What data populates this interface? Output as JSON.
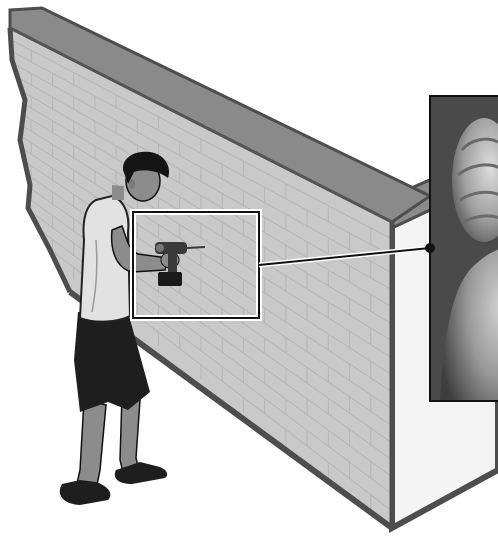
{
  "scene": {
    "colors": {
      "background": "#ffffff",
      "wall_face": "#c9c9c9",
      "wall_top": "#8a8a8a",
      "wall_edge": "#4d4d4d",
      "brick_lines": "#b5b5b5",
      "callout": "#111111",
      "inset_bg": "#4a4a4a",
      "skin": "#8c8c8c",
      "shirt": "#e2e2e2",
      "shorts": "#1e1e1e",
      "hair": "#151515",
      "drill": "#3a3a3a"
    },
    "icons": [
      "person-drilling",
      "power-drill",
      "zoom-callout"
    ]
  }
}
